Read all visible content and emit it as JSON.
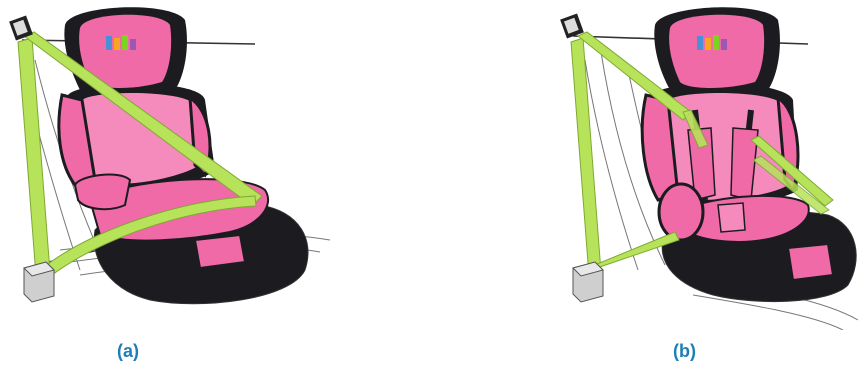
{
  "figure": {
    "panels": [
      {
        "id": "a",
        "caption": "(a)"
      },
      {
        "id": "b",
        "caption": "(b)"
      }
    ],
    "colors": {
      "seat_pink": "#f06aa8",
      "seat_pink_light": "#f58bbd",
      "seat_dark": "#1c1c20",
      "belt_green": "#b7e35a",
      "belt_green_edge": "#7fa832",
      "outline": "#555555",
      "caption_blue": "#1f7fb5"
    }
  }
}
